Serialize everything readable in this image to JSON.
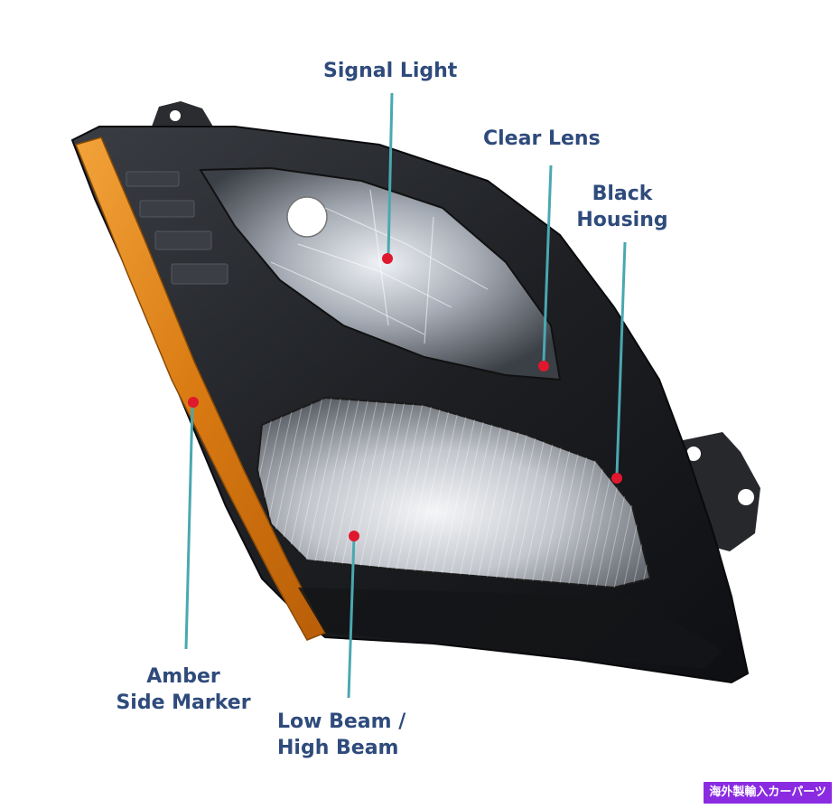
{
  "callouts": [
    {
      "id": "signal-light",
      "text": "Signal Light"
    },
    {
      "id": "clear-lens",
      "text": "Clear Lens"
    },
    {
      "id": "black-housing",
      "line1": "Black",
      "line2": "Housing"
    },
    {
      "id": "amber-side-marker",
      "line1": "Amber",
      "line2": "Side Marker"
    },
    {
      "id": "low-high-beam",
      "line1": "Low Beam /",
      "line2": "High Beam"
    }
  ],
  "watermark": "海外製輸入カーパーツ",
  "colors": {
    "label": "#2f4b7c",
    "leader_line": "#4aa8b0",
    "marker_dot": "#e0182d",
    "amber": "#e08a1a",
    "housing": "#1b1d21",
    "watermark_bg": "#8a2be2"
  }
}
